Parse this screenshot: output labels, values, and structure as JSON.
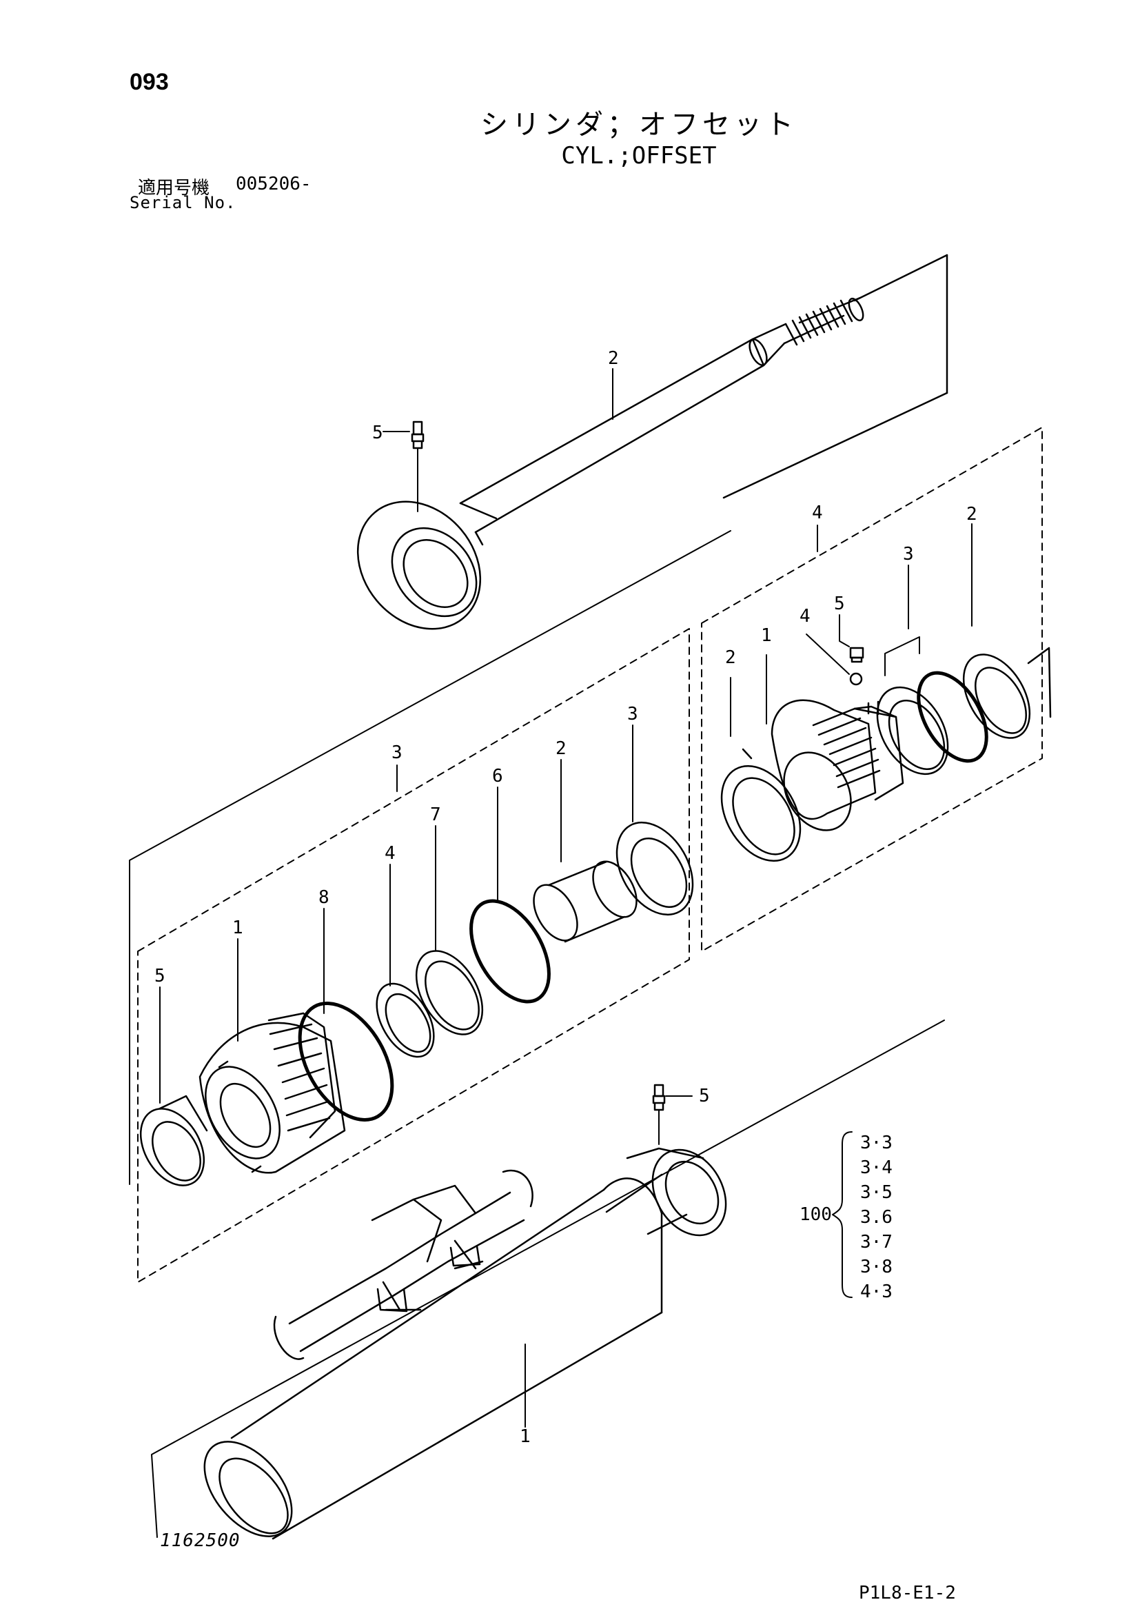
{
  "header": {
    "page_number": "093",
    "title_jp": "シリンダ；オフセット",
    "title_en": "CYL.;OFFSET",
    "serial_label_jp": "適用号機",
    "serial_value": "005206-",
    "serial_label_en": "Serial No."
  },
  "footer": {
    "drawing_number": "1162500",
    "page_code": "P1L8-E1-2"
  },
  "callouts": {
    "rod": {
      "label_rod": "2",
      "label_grease": "5"
    },
    "head_group": {
      "label_group": "4",
      "label_1": "1",
      "label_2a": "2",
      "label_2b": "2",
      "label_3": "3",
      "label_4": "4",
      "label_5": "5"
    },
    "piston_group": {
      "label_group": "3",
      "label_1": "1",
      "label_2": "2",
      "label_3": "3",
      "label_4": "4",
      "label_5": "5",
      "label_6": "6",
      "label_7": "7",
      "label_8": "8"
    },
    "tube": {
      "label_tube": "1",
      "label_grease": "5"
    }
  },
  "kit": {
    "label": "100",
    "items": [
      "3·3",
      "3·4",
      "3·5",
      "3.6",
      "3·7",
      "3·8",
      "4·3"
    ]
  }
}
